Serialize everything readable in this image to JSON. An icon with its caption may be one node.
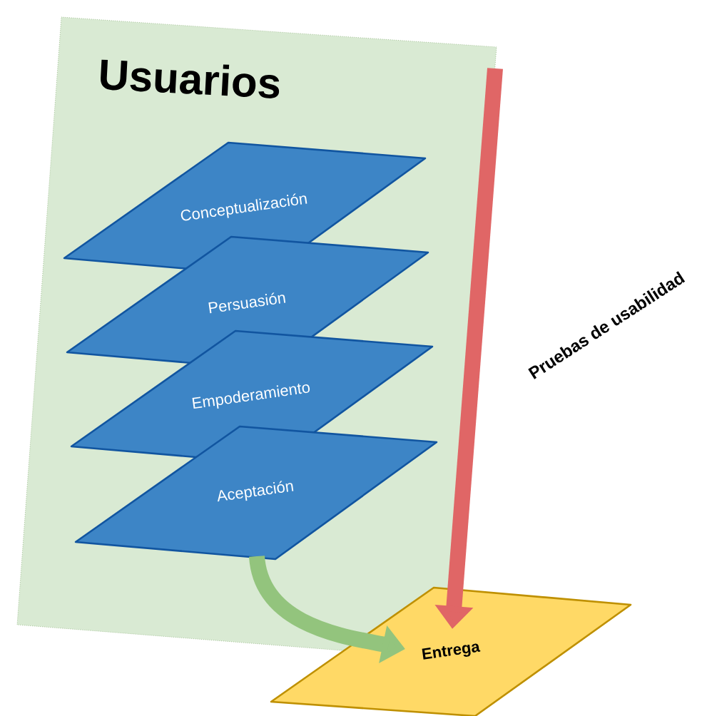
{
  "diagram": {
    "nodes": [
      {
        "text": [
          "Usuarios"
        ]
      },
      {
        "text": [
          "Conceptualización"
        ],
        "in": 0
      },
      {
        "text": [
          "Persuasión"
        ],
        "in": 0
      },
      {
        "text": [
          "Empoderamiento"
        ],
        "in": 0
      },
      {
        "text": [
          "Aceptación"
        ],
        "in": 0
      },
      {
        "text": [
          "Entrega"
        ]
      }
    ],
    "edges": [
      {
        "from": 4,
        "to": 5,
        "arrow": "to",
        "color": "#93c47d"
      },
      {
        "from": 0,
        "to": 5,
        "arrow": "to",
        "label": "Pruebas de usabilidad",
        "color": "#e06666"
      }
    ]
  }
}
